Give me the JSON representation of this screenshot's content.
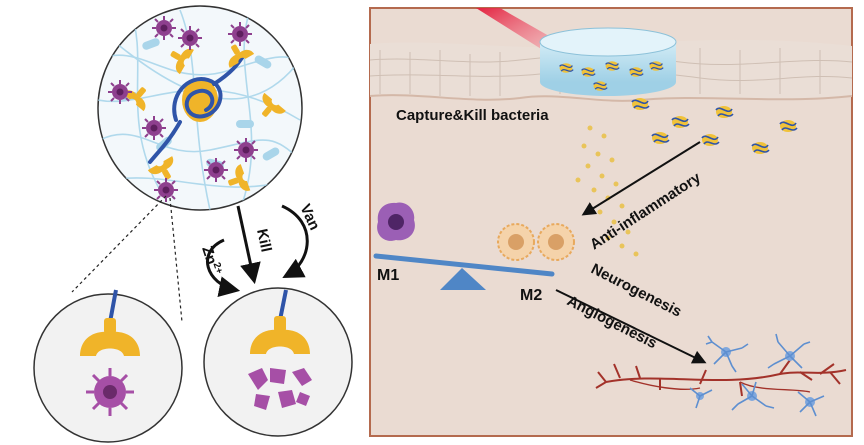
{
  "labels": {
    "capture_kill": "Capture&Kill bacteria",
    "anti_inflammatory": "Anti-inflammatory",
    "neurogenesis": "Neurogenesis",
    "angiogenesis": "Angiogenesis",
    "m1": "M1",
    "m2": "M2",
    "kill": "Kill",
    "van": "Van",
    "zn": "Zn",
    "zn_sup": "2+"
  },
  "colors": {
    "skin_bg": "#eadbd2",
    "panel_border": "#b46a4e",
    "gold": "#f0b429",
    "blue": "#2f54a8",
    "bacteria": "#8e3f8e",
    "seesaw": "#4f86c6",
    "vessel": "#a3322a",
    "neuron": "#5e8fd0",
    "laser": "#e8323c"
  },
  "icons": [
    "laser-beam-icon",
    "hydrogel-disc-icon",
    "bacteria-icon",
    "macrophage-m1-icon",
    "macrophage-m2-icon",
    "seesaw-icon",
    "neuron-icon",
    "blood-vessel-icon",
    "peptide-icon"
  ]
}
